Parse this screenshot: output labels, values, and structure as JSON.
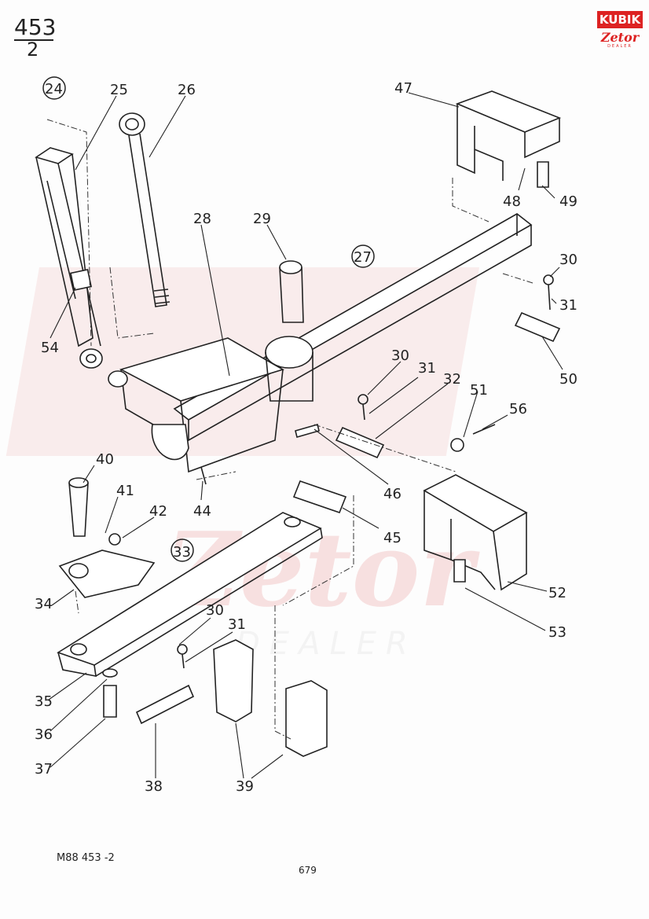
{
  "sheet": {
    "number": "453",
    "sub": "2"
  },
  "logo": {
    "top": "KUBIK",
    "brand": "Zetor",
    "tag": "DEALER"
  },
  "watermark": {
    "brand": "Zetor",
    "tag": "DEALER"
  },
  "footer": {
    "code": "M88  453 -2",
    "page": "679"
  },
  "labels": {
    "l24": "24",
    "l25": "25",
    "l26": "26",
    "l27": "27",
    "l28": "28",
    "l29": "29",
    "l30a": "30",
    "l30b": "30",
    "l30c": "30",
    "l31a": "31",
    "l31b": "31",
    "l31c": "31",
    "l32": "32",
    "l33": "33",
    "l34": "34",
    "l35": "35",
    "l36": "36",
    "l37": "37",
    "l38": "38",
    "l39": "39",
    "l40": "40",
    "l41": "41",
    "l42": "42",
    "l44": "44",
    "l45": "45",
    "l46": "46",
    "l47": "47",
    "l48": "48",
    "l49": "49",
    "l50": "50",
    "l51": "51",
    "l52": "52",
    "l53": "53",
    "l54": "54",
    "l56": "56"
  },
  "colors": {
    "ink": "#222222",
    "watermark": "#f2c9c9",
    "brand": "#dd2222"
  }
}
